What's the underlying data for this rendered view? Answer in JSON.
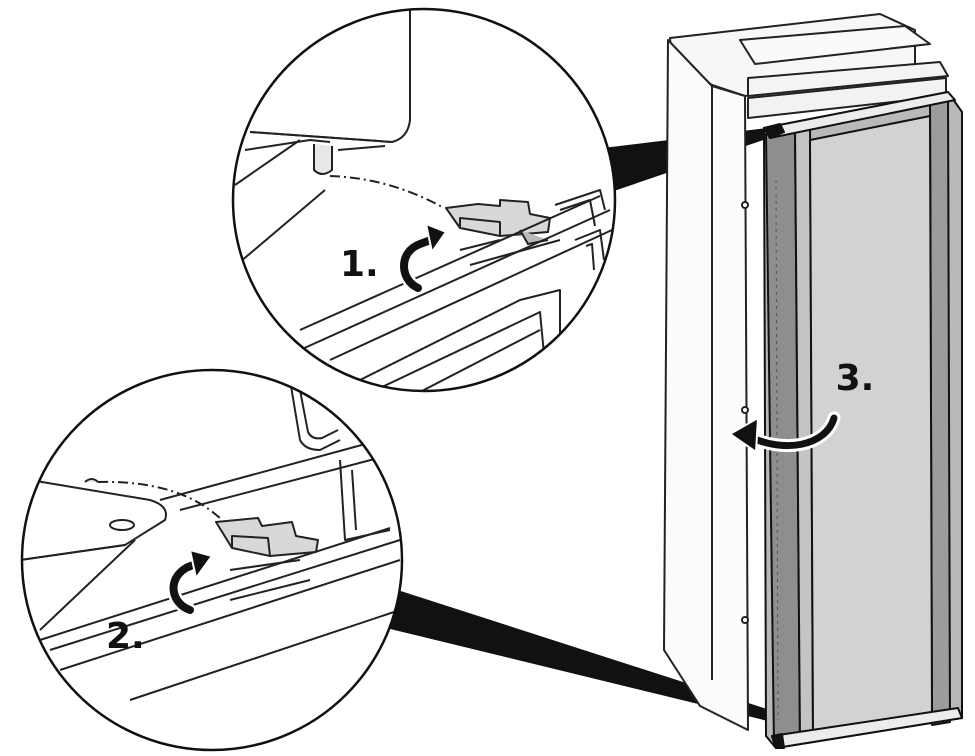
{
  "steps": [
    {
      "label": "1.",
      "action": "rotate-hinge-pin-upper"
    },
    {
      "label": "2.",
      "action": "rotate-hinge-pin-lower"
    },
    {
      "label": "3.",
      "action": "swing-door-open"
    }
  ],
  "colors": {
    "ink": "#111111",
    "door_panel": "#cfcfcf",
    "door_frame": "#9a9a9a",
    "cabinet": "#f6f6f6",
    "callout_wedge": "#111111"
  }
}
